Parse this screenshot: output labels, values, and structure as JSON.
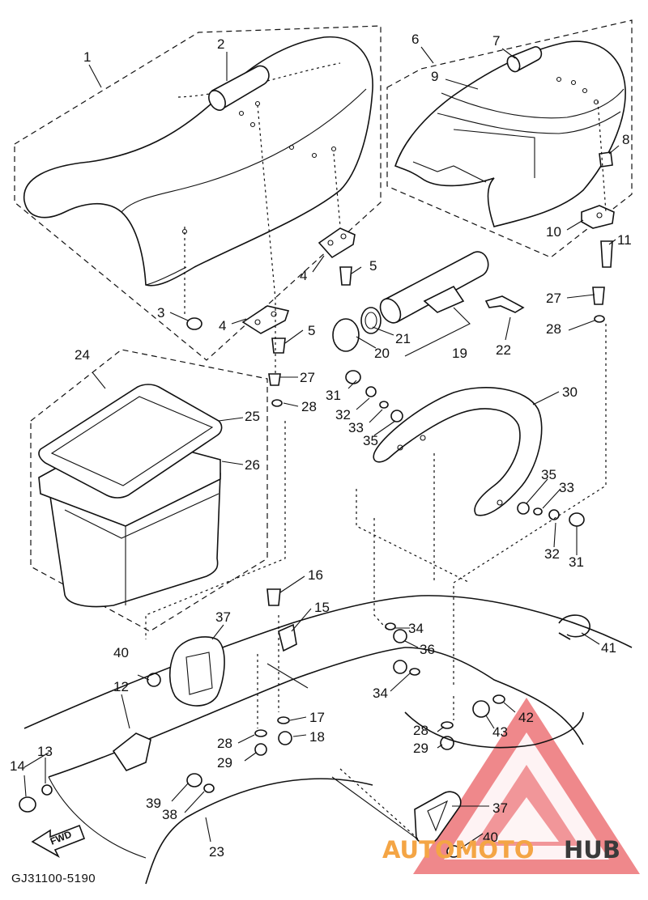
{
  "diagram_code": "GJ31100-5190",
  "fwd_label": "FWD",
  "watermark": {
    "part1": "AUTOMOTO",
    "part2": "HUB",
    "color1": "#f4a545",
    "color2": "#3a3a3a",
    "logo_color": "#e2262b"
  },
  "callouts": [
    {
      "id": "c1",
      "label": "1"
    },
    {
      "id": "c2",
      "label": "2"
    },
    {
      "id": "c3",
      "label": "3"
    },
    {
      "id": "c4a",
      "label": "4"
    },
    {
      "id": "c4b",
      "label": "4"
    },
    {
      "id": "c5a",
      "label": "5"
    },
    {
      "id": "c5b",
      "label": "5"
    },
    {
      "id": "c6",
      "label": "6"
    },
    {
      "id": "c7",
      "label": "7"
    },
    {
      "id": "c8",
      "label": "8"
    },
    {
      "id": "c9",
      "label": "9"
    },
    {
      "id": "c10",
      "label": "10"
    },
    {
      "id": "c11",
      "label": "11"
    },
    {
      "id": "c12",
      "label": "12"
    },
    {
      "id": "c13",
      "label": "13"
    },
    {
      "id": "c14",
      "label": "14"
    },
    {
      "id": "c15",
      "label": "15"
    },
    {
      "id": "c16",
      "label": "16"
    },
    {
      "id": "c17",
      "label": "17"
    },
    {
      "id": "c18",
      "label": "18"
    },
    {
      "id": "c19",
      "label": "19"
    },
    {
      "id": "c20",
      "label": "20"
    },
    {
      "id": "c21",
      "label": "21"
    },
    {
      "id": "c22",
      "label": "22"
    },
    {
      "id": "c23",
      "label": "23"
    },
    {
      "id": "c24",
      "label": "24"
    },
    {
      "id": "c25",
      "label": "25"
    },
    {
      "id": "c26",
      "label": "26"
    },
    {
      "id": "c27a",
      "label": "27"
    },
    {
      "id": "c27b",
      "label": "27"
    },
    {
      "id": "c28a",
      "label": "28"
    },
    {
      "id": "c28b",
      "label": "28"
    },
    {
      "id": "c28c",
      "label": "28"
    },
    {
      "id": "c28d",
      "label": "28"
    },
    {
      "id": "c29a",
      "label": "29"
    },
    {
      "id": "c29b",
      "label": "29"
    },
    {
      "id": "c30",
      "label": "30"
    },
    {
      "id": "c31a",
      "label": "31"
    },
    {
      "id": "c31b",
      "label": "31"
    },
    {
      "id": "c32a",
      "label": "32"
    },
    {
      "id": "c32b",
      "label": "32"
    },
    {
      "id": "c33a",
      "label": "33"
    },
    {
      "id": "c33b",
      "label": "33"
    },
    {
      "id": "c34a",
      "label": "34"
    },
    {
      "id": "c34b",
      "label": "34"
    },
    {
      "id": "c35a",
      "label": "35"
    },
    {
      "id": "c35b",
      "label": "35"
    },
    {
      "id": "c36",
      "label": "36"
    },
    {
      "id": "c37a",
      "label": "37"
    },
    {
      "id": "c37b",
      "label": "37"
    },
    {
      "id": "c38",
      "label": "38"
    },
    {
      "id": "c39",
      "label": "39"
    },
    {
      "id": "c40a",
      "label": "40"
    },
    {
      "id": "c40b",
      "label": "40"
    },
    {
      "id": "c41",
      "label": "41"
    },
    {
      "id": "c42",
      "label": "42"
    },
    {
      "id": "c43",
      "label": "43"
    }
  ]
}
